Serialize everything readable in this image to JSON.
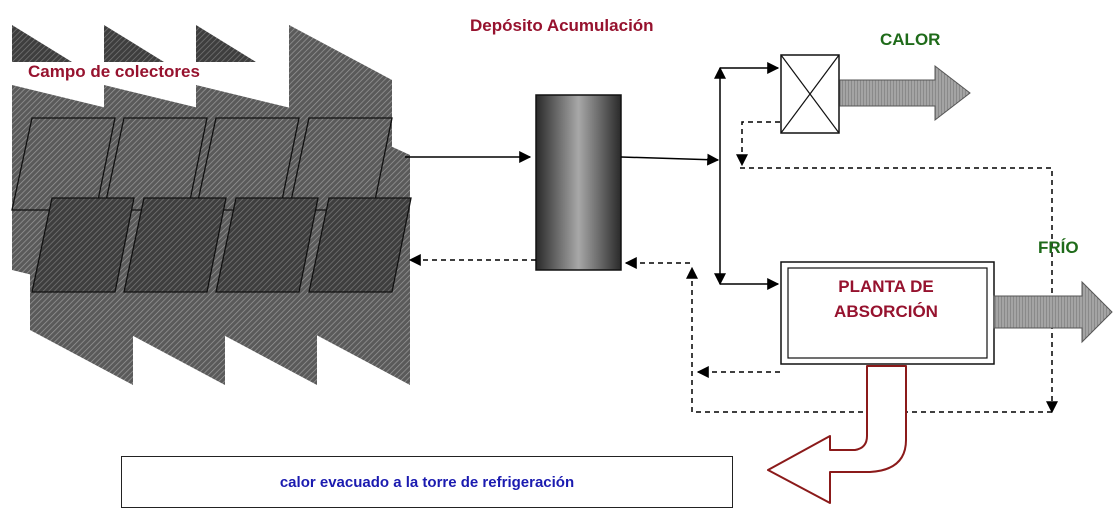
{
  "labels": {
    "collector_field": "Campo de colectores",
    "storage_tank": "Depósito Acumulación",
    "heat": "CALOR",
    "cold": "FRÍO",
    "absorption_plant": "PLANTA DE ABSORCIÓN"
  },
  "note": "calor evacuado a la torre de refrigeración",
  "colors": {
    "label_red": "#96122e",
    "label_green": "#1f6b1a",
    "note_blue": "#1b1bb0",
    "arrow_gray": "#8a8a8a",
    "exhaust_arrow": "#8b1a1a"
  }
}
